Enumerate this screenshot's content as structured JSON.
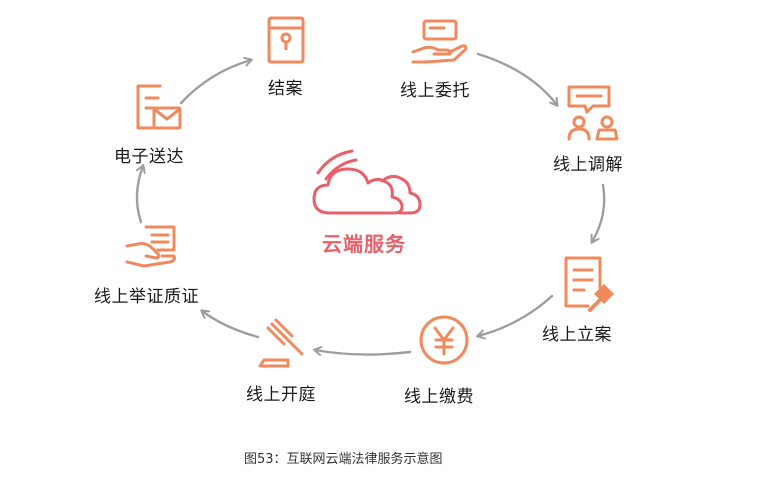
{
  "center": {
    "label": "云端服务"
  },
  "steps": [
    {
      "id": "case-closed",
      "label": "结案",
      "icon": "document-bag-icon"
    },
    {
      "id": "online-entrust",
      "label": "线上委托",
      "icon": "hand-card-icon"
    },
    {
      "id": "online-mediation",
      "label": "线上调解",
      "icon": "mediation-people-icon"
    },
    {
      "id": "online-filing",
      "label": "线上立案",
      "icon": "document-gavel-icon"
    },
    {
      "id": "online-payment",
      "label": "线上缴费",
      "icon": "yen-coin-icon"
    },
    {
      "id": "online-trial",
      "label": "线上开庭",
      "icon": "gavel-icon"
    },
    {
      "id": "online-evidence",
      "label": "线上举证质证",
      "icon": "hand-document-icon"
    },
    {
      "id": "electronic-delivery",
      "label": "电子送达",
      "icon": "mail-document-icon"
    }
  ],
  "caption": "图53：互联网云端法律服务示意图",
  "colors": {
    "icon": "#f08a5d",
    "cloud": "#e8606a",
    "arrow": "#9e9e9e",
    "text": "#1a1a1a"
  }
}
